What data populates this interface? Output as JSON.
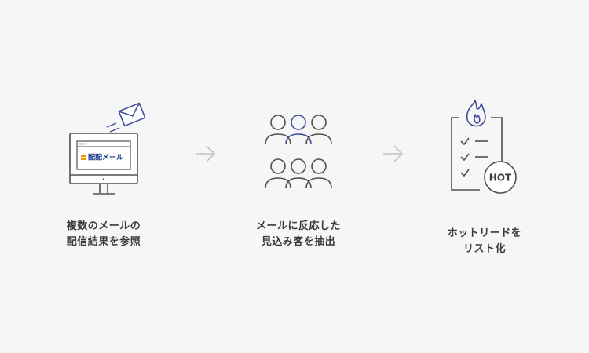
{
  "steps": [
    {
      "icon": "monitor-mail-icon",
      "logo_text": "配配メール",
      "caption_line1": "複数のメールの",
      "caption_line2": "配信結果を参照"
    },
    {
      "icon": "people-group-icon",
      "caption_line1": "メールに反応した",
      "caption_line2": "見込み客を抽出"
    },
    {
      "icon": "hot-checklist-icon",
      "badge_text": "HOT",
      "caption_line1": "ホットリードを",
      "caption_line2": "リスト化"
    }
  ],
  "colors": {
    "line": "#505050",
    "accent": "#3d4d9e",
    "logo_blue": "#1b3a8c",
    "logo_orange": "#f39800",
    "arrow": "#c4c4c4",
    "background": "#f6f6f6"
  }
}
